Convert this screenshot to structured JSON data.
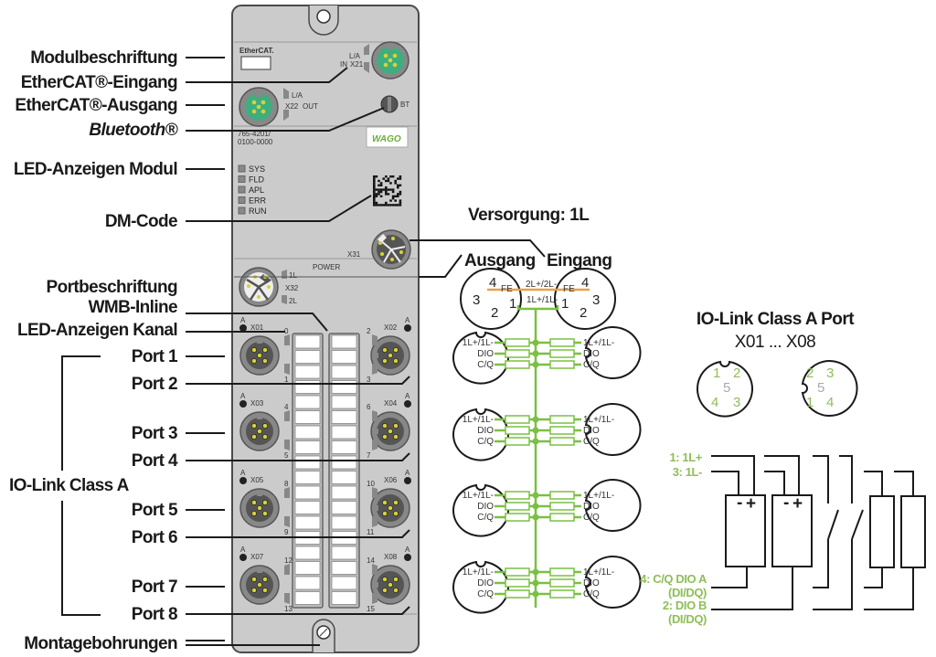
{
  "callouts_left": {
    "module_label": "Modulbeschriftung",
    "ethercat_in": "EtherCAT®-Eingang",
    "ethercat_out": "EtherCAT®-Ausgang",
    "bluetooth": "Bluetooth®",
    "led_module": "LED-Anzeigen Modul",
    "dm_code": "DM-Code",
    "port_label_line1": "Portbeschriftung",
    "port_label_line2": "WMB-Inline",
    "led_channel": "LED-Anzeigen Kanal",
    "ports": [
      "Port 1",
      "Port 2",
      "Port 3",
      "Port 4",
      "Port 5",
      "Port 6",
      "Port 7",
      "Port 8"
    ],
    "io_link_group": "IO-Link Class A",
    "mounting_holes": "Montagebohrungen"
  },
  "device": {
    "ethercat_logo": "EtherCAT.",
    "x21": "X21",
    "x21_in": "IN",
    "x22": "X22",
    "x22_out": "OUT",
    "la": "L/A",
    "bt": "BT",
    "part_number_1": "765-4201/",
    "part_number_2": "0100-0000",
    "brand": "WAGO",
    "leds": [
      "SYS",
      "FLD",
      "APL",
      "ERR",
      "RUN"
    ],
    "x31": "X31",
    "power": "POWER",
    "x32": "X32",
    "l1": "1L",
    "l2": "2L",
    "port_a": "A",
    "ports": [
      {
        "id": "X01",
        "ch_top": "0",
        "ch_bot": "1"
      },
      {
        "id": "X02",
        "ch_top": "2",
        "ch_bot": "3"
      },
      {
        "id": "X03",
        "ch_top": "4",
        "ch_bot": "5"
      },
      {
        "id": "X04",
        "ch_top": "6",
        "ch_bot": "7"
      },
      {
        "id": "X05",
        "ch_top": "8",
        "ch_bot": "9"
      },
      {
        "id": "X06",
        "ch_top": "10",
        "ch_bot": "11"
      },
      {
        "id": "X07",
        "ch_top": "12",
        "ch_bot": "13"
      },
      {
        "id": "X08",
        "ch_top": "14",
        "ch_bot": "15"
      }
    ]
  },
  "supply": {
    "title": "Versorgung: 1L",
    "out_label": "Ausgang",
    "in_label": "Eingang",
    "pin4": "4",
    "pin3": "3",
    "pin2": "2",
    "pin1": "1",
    "fe": "FE",
    "rail2": "2L+/2L-",
    "rail1": "1L+/1L-",
    "signals": [
      "1L+/1L-",
      "DIO",
      "C/Q"
    ]
  },
  "port_pinout": {
    "title": "IO-Link Class A Port",
    "subtitle": "X01 ... X08",
    "left_pins": [
      "1",
      "2",
      "5",
      "4",
      "3"
    ],
    "right_pins": [
      "2",
      "3",
      "5",
      "1",
      "4"
    ]
  },
  "wiring": {
    "pin1": "1: 1L+",
    "pin3": "3: 1L-",
    "pin4_a": "4: C/Q DIO A",
    "pin4_b": "(DI/DQ)",
    "pin2_a": "2: DIO B",
    "pin2_b": "(DI/DQ)",
    "minus": "-",
    "plus": "+"
  },
  "colors": {
    "housing": "#c9c9c9",
    "green": "#7ac043",
    "orange": "#e8a04a",
    "connector_green": "#3fae7f"
  }
}
